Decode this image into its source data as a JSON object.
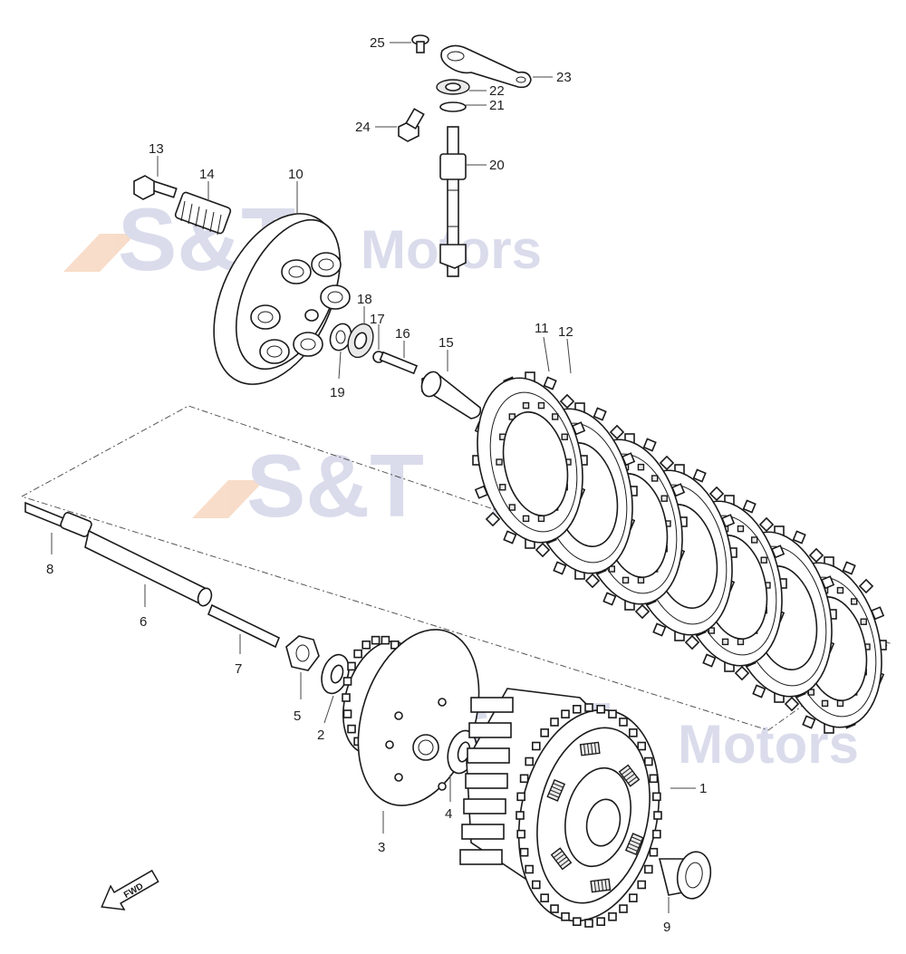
{
  "watermark": {
    "logo": "S&T",
    "motors": "Motors"
  },
  "fwd_label": "FWD",
  "callouts": [
    "1",
    "2",
    "3",
    "4",
    "5",
    "6",
    "7",
    "8",
    "9",
    "10",
    "11",
    "12",
    "13",
    "14",
    "15",
    "16",
    "17",
    "18",
    "19",
    "20",
    "21",
    "22",
    "23",
    "24",
    "25"
  ],
  "colors": {
    "line": "#1a1a1a",
    "watermark_blue": "#d6d9ea",
    "watermark_orange": "#f7d9c4"
  },
  "icons": {
    "direction": "fwd-arrow-icon"
  }
}
